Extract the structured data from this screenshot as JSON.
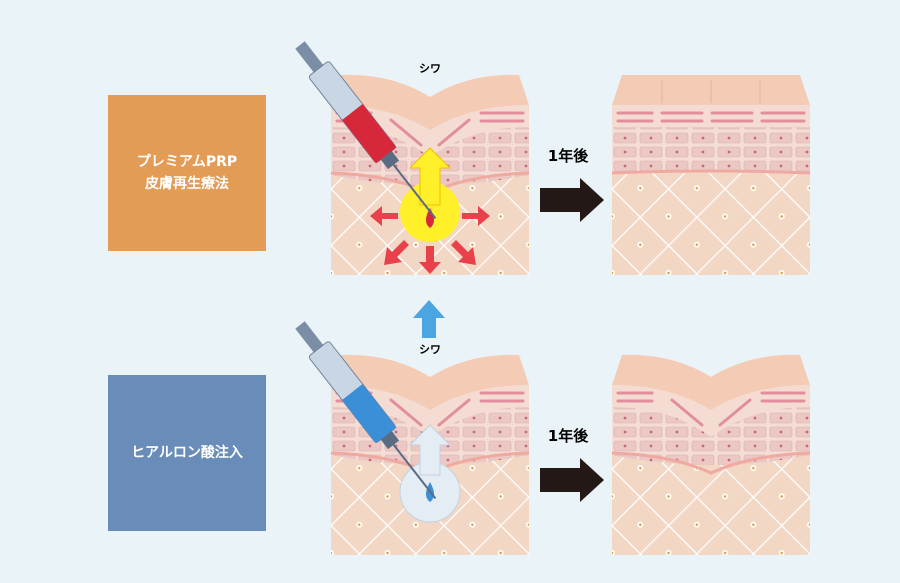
{
  "treatments": [
    {
      "title_line1": "プレミアムPRP",
      "title_line2": "皮膚再生療法",
      "color": "#e39c56"
    },
    {
      "title": "ヒアルロン酸注入",
      "color": "#6a8cb8"
    }
  ],
  "labels": {
    "wrinkle_top": "シワ",
    "wrinkle_bottom": "シワ",
    "after_top": "1年後",
    "after_bottom": "1年後"
  },
  "colors": {
    "skin_top": "#f3cdb8",
    "dermis": "#f6dfd3",
    "fat": "#f2d6c4",
    "arrow": "#231815",
    "prp_blood": "#d6283a",
    "ha_fluid": "#3a8fd6",
    "growth": "#fff02a",
    "up_arrow": "#4aa5e0"
  }
}
